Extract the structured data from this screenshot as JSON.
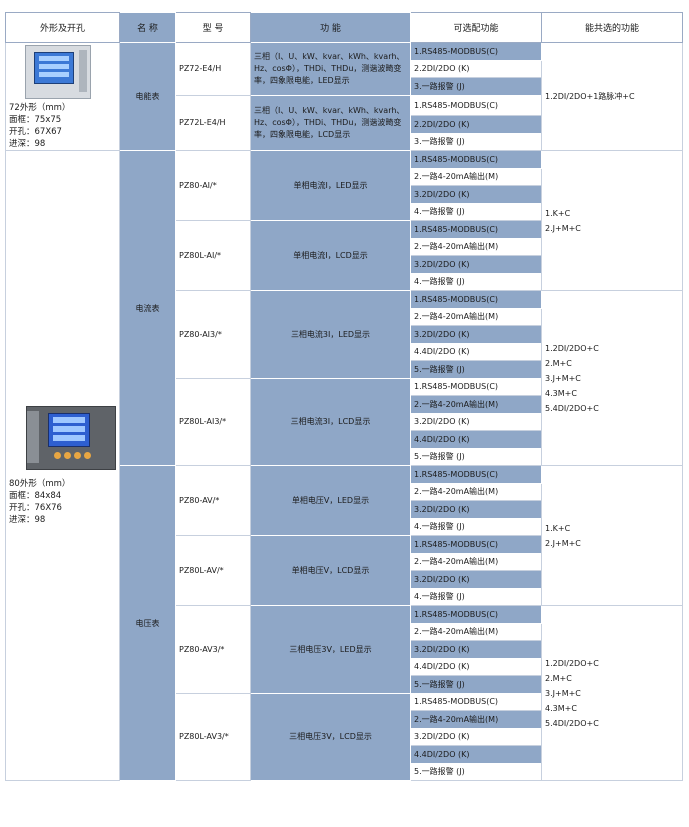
{
  "header": {
    "shape": "外形及开孔",
    "name": "名 称",
    "model": "型 号",
    "function": "功 能",
    "optional": "可选配功能",
    "combinable": "能共选的功能"
  },
  "shapes": {
    "s72": {
      "lines": [
        "72外形（mm）",
        "面框：75x75",
        "开孔：67X67",
        "进深：98"
      ],
      "icon": "meter-72-icon"
    },
    "s80": {
      "lines": [
        "80外形（mm）",
        "面框：84x84",
        "开孔：76X76",
        "进深：98"
      ],
      "icon": "meter-80-icon"
    }
  },
  "categories": {
    "energy": "电能表",
    "current": "电流表",
    "voltage": "电压表"
  },
  "rows": [
    {
      "model": "PZ72-E4/H",
      "function": "三相（I、U、kW、kvar、kWh、kvarh、Hz、cosΦ），THDi、THDu，测谐波畸变率，四象限电能，LED显示",
      "options": [
        "1.RS485-MODBUS(C)",
        "2.2DI/2DO (K)",
        "3.一路报警 (J)"
      ]
    },
    {
      "model": "PZ72L-E4/H",
      "function": "三相（I、U、kW、kvar、kWh、kvarh、Hz、cosΦ），THDi、THDu，测谐波畸变率，四象限电能，LCD显示",
      "options": [
        "1.RS485-MODBUS(C)",
        "2.2DI/2DO (K)",
        "3.一路报警 (J)"
      ]
    },
    {
      "model": "PZ80-AI/*",
      "function": "单相电流I，LED显示",
      "options": [
        "1.RS485-MODBUS(C)",
        "2.一路4-20mA输出(M)",
        "3.2DI/2DO (K)",
        "4.一路报警 (J)"
      ]
    },
    {
      "model": "PZ80L-AI/*",
      "function": "单相电流I，LCD显示",
      "options": [
        "1.RS485-MODBUS(C)",
        "2.一路4-20mA输出(M)",
        "3.2DI/2DO (K)",
        "4.一路报警 (J)"
      ]
    },
    {
      "model": "PZ80-AI3/*",
      "function": "三相电流3I，LED显示",
      "options": [
        "1.RS485-MODBUS(C)",
        "2.一路4-20mA输出(M)",
        "3.2DI/2DO (K)",
        "4.4DI/2DO (K)",
        "5.一路报警 (J)"
      ]
    },
    {
      "model": "PZ80L-AI3/*",
      "function": "三相电流3I，LCD显示",
      "options": [
        "1.RS485-MODBUS(C)",
        "2.一路4-20mA输出(M)",
        "3.2DI/2DO (K)",
        "4.4DI/2DO (K)",
        "5.一路报警 (J)"
      ]
    },
    {
      "model": "PZ80-AV/*",
      "function": "单相电压V，LED显示",
      "options": [
        "1.RS485-MODBUS(C)",
        "2.一路4-20mA输出(M)",
        "3.2DI/2DO (K)",
        "4.一路报警 (J)"
      ]
    },
    {
      "model": "PZ80L-AV/*",
      "function": "单相电压V，LCD显示",
      "options": [
        "1.RS485-MODBUS(C)",
        "2.一路4-20mA输出(M)",
        "3.2DI/2DO (K)",
        "4.一路报警 (J)"
      ]
    },
    {
      "model": "PZ80-AV3/*",
      "function": "三相电压3V，LED显示",
      "options": [
        "1.RS485-MODBUS(C)",
        "2.一路4-20mA输出(M)",
        "3.2DI/2DO (K)",
        "4.4DI/2DO (K)",
        "5.一路报警 (J)"
      ]
    },
    {
      "model": "PZ80L-AV3/*",
      "function": "三相电压3V，LCD显示",
      "options": [
        "1.RS485-MODBUS(C)",
        "2.一路4-20mA输出(M)",
        "3.2DI/2DO (K)",
        "4.4DI/2DO (K)",
        "5.一路报警 (J)"
      ]
    }
  ],
  "combos": {
    "energy": [
      "1.2DI/2DO+1路脉冲+C"
    ],
    "single_current": [
      "1.K+C",
      "2.J+M+C"
    ],
    "three_current": [
      "1.2DI/2DO+C",
      "2.M+C",
      "3.J+M+C",
      "4.3M+C",
      "5.4DI/2DO+C"
    ],
    "single_voltage": [
      "1.K+C",
      "2.J+M+C"
    ],
    "three_voltage": [
      "1.2DI/2DO+C",
      "2.M+C",
      "3.J+M+C",
      "4.3M+C",
      "5.4DI/2DO+C"
    ]
  }
}
